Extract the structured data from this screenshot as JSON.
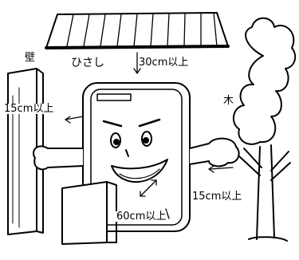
{
  "labels": {
    "wall": "壁",
    "eaves": "ひさし",
    "top_clearance": "30cm以上",
    "left_clearance": "15cm以上",
    "tree": "木",
    "right_clearance": "15cm以上",
    "front_clearance": "60cm以上"
  },
  "colors": {
    "line": "#000000",
    "background": "#ffffff"
  }
}
